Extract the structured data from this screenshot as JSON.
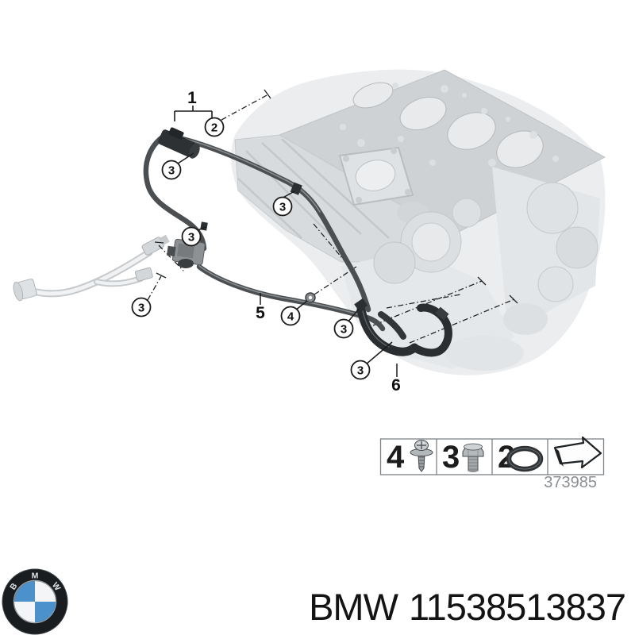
{
  "diagram": {
    "callouts": [
      {
        "label": "1",
        "style": "plain"
      },
      {
        "label": "2",
        "style": "circled"
      },
      {
        "label": "3",
        "style": "circled"
      },
      {
        "label": "3",
        "style": "circled"
      },
      {
        "label": "3",
        "style": "circled"
      },
      {
        "label": "3",
        "style": "circled"
      },
      {
        "label": "5",
        "style": "plain"
      },
      {
        "label": "4",
        "style": "circled"
      },
      {
        "label": "3",
        "style": "circled"
      },
      {
        "label": "3",
        "style": "circled"
      },
      {
        "label": "6",
        "style": "plain"
      }
    ],
    "legend": {
      "items": [
        {
          "label": "4",
          "icon": "flanged-screw-icon"
        },
        {
          "label": "3",
          "icon": "hex-bolt-icon"
        },
        {
          "label": "2",
          "icon": "o-ring-icon"
        },
        {
          "label": "",
          "icon": "next-diagram-arrow-icon"
        }
      ],
      "diagram_number": "373985"
    },
    "colors": {
      "pipe": "#4b4f52",
      "hose": "#2b2e31",
      "engine_ghost": "#d9dcdf",
      "callout_ink": "#1a1a1a"
    }
  },
  "footer": {
    "brand": "BMW",
    "part_number": "11538513837",
    "logo_letters": [
      "B",
      "M",
      "W"
    ],
    "logo_blue": "#4b92cc"
  }
}
